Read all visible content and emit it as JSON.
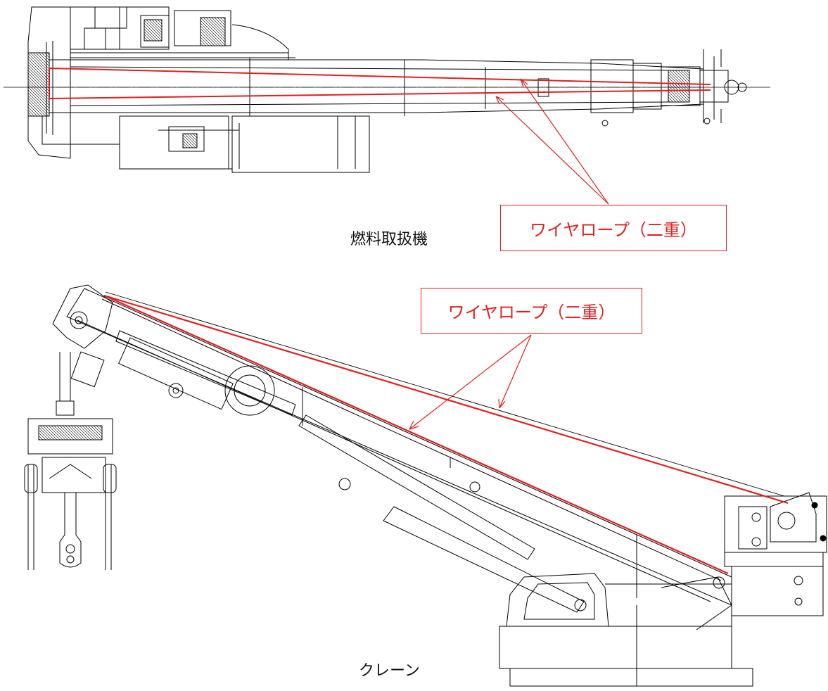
{
  "fuel_machine": {
    "caption": "燃料取扱機",
    "callout_label": "ワイヤロープ（二重）"
  },
  "crane": {
    "caption": "クレーン",
    "callout_label": "ワイヤロープ（二重）"
  },
  "colors": {
    "wire": "#e02020",
    "line": "#000000"
  }
}
